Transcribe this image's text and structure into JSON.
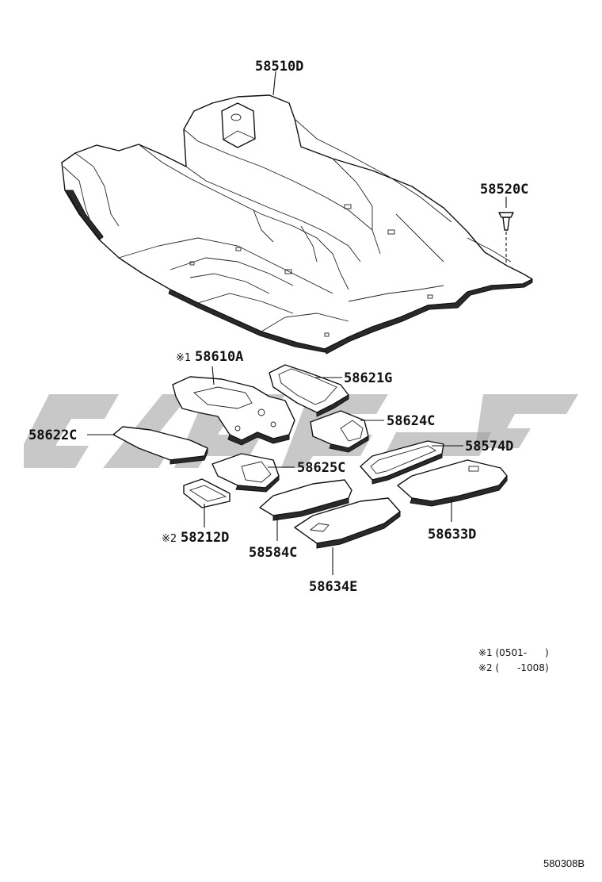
{
  "parts": {
    "floor_carpet": "58510D",
    "clip": "58520C",
    "silencer_a": "58610A",
    "silencer_g": "58621G",
    "pad_58622c": "58622C",
    "pad_58624c": "58624C",
    "pad_58625c": "58625C",
    "pad_58574d": "58574D",
    "pad_58212d": "58212D",
    "pad_58584c": "58584C",
    "pad_58633d": "58633D",
    "pad_58634e": "58634E"
  },
  "marks": {
    "m1": "※1",
    "m2": "※2"
  },
  "notes": {
    "note1": "※1 (0501-      )",
    "note2": "※2 (      -1008)"
  },
  "figure_number": "580308B"
}
